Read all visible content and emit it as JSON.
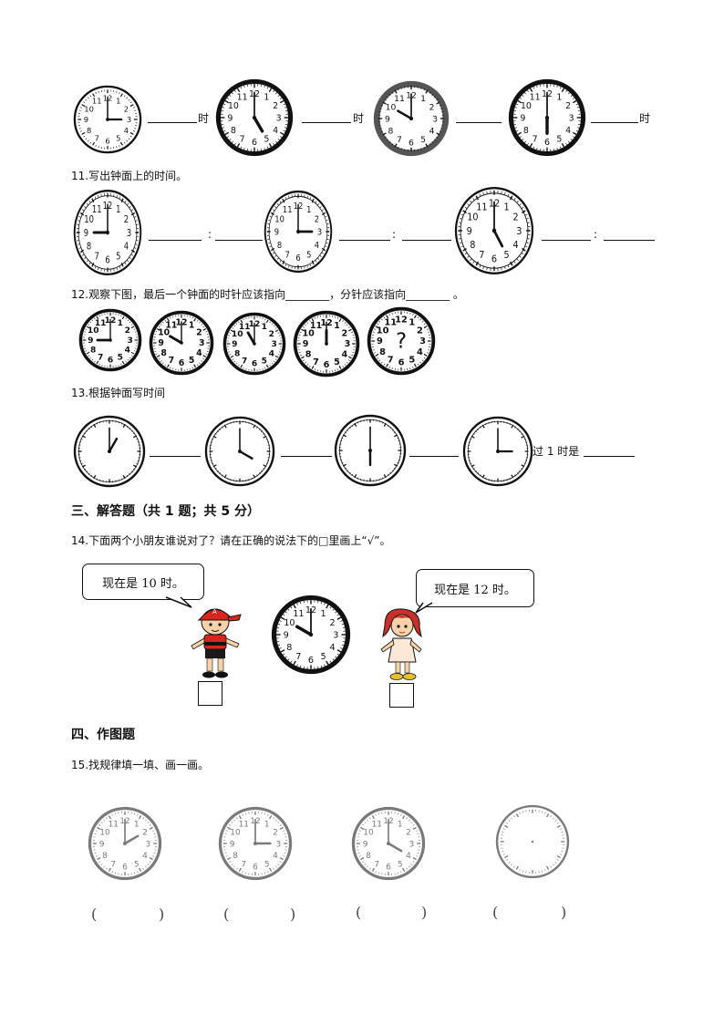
{
  "row10": {
    "unit": "时",
    "clocks": [
      {
        "hour": 3,
        "minute": 0,
        "style": "thin"
      },
      {
        "hour": 5,
        "minute": 0,
        "style": "thick"
      },
      {
        "hour": 10,
        "minute": 0,
        "style": "gray"
      },
      {
        "hour": 6,
        "minute": 0,
        "style": "thick"
      }
    ]
  },
  "q11": {
    "title": "11.写出钟面上的时间。",
    "colon": ":",
    "clocks": [
      {
        "hour": 9,
        "minute": 0
      },
      {
        "hour": 3,
        "minute": 0
      },
      {
        "hour": 5,
        "minute": 0
      }
    ]
  },
  "q12": {
    "title": "12.观察下图，最后一个钟面的时针应该指向________，分针应该指向________ 。",
    "question_mark": "?",
    "clocks": [
      {
        "hour": 9,
        "minute": 0
      },
      {
        "hour": 10,
        "minute": 0
      },
      {
        "hour": 11,
        "minute": 0
      },
      {
        "hour": 12,
        "minute": 0
      }
    ]
  },
  "q13": {
    "title": "13.根据钟面写时间",
    "suffix": "过 1 时是",
    "clocks": [
      {
        "hour": 1,
        "minute": 0
      },
      {
        "hour": 4,
        "minute": 0
      },
      {
        "hour": 6,
        "minute": 0
      },
      {
        "hour": 3,
        "minute": 0
      }
    ]
  },
  "section3": {
    "heading": "三、解答题（共 1 题；共 5 分）"
  },
  "q14": {
    "title": "14.下面两个小朋友谁说对了？请在正确的说法下的□里画上“√”。",
    "boy_says": "现在是 10 时。",
    "girl_says": "现在是 12 时。",
    "clock": {
      "hour": 10,
      "minute": 0
    }
  },
  "section4": {
    "heading": "四、作图题"
  },
  "q15": {
    "title": "15.找规律填一填、画一画。",
    "paren_open": "(",
    "paren_close": ")",
    "clocks": [
      {
        "hour": 2,
        "minute": 0
      },
      {
        "hour": 3,
        "minute": 0
      },
      {
        "hour": 4,
        "minute": 0
      }
    ]
  }
}
